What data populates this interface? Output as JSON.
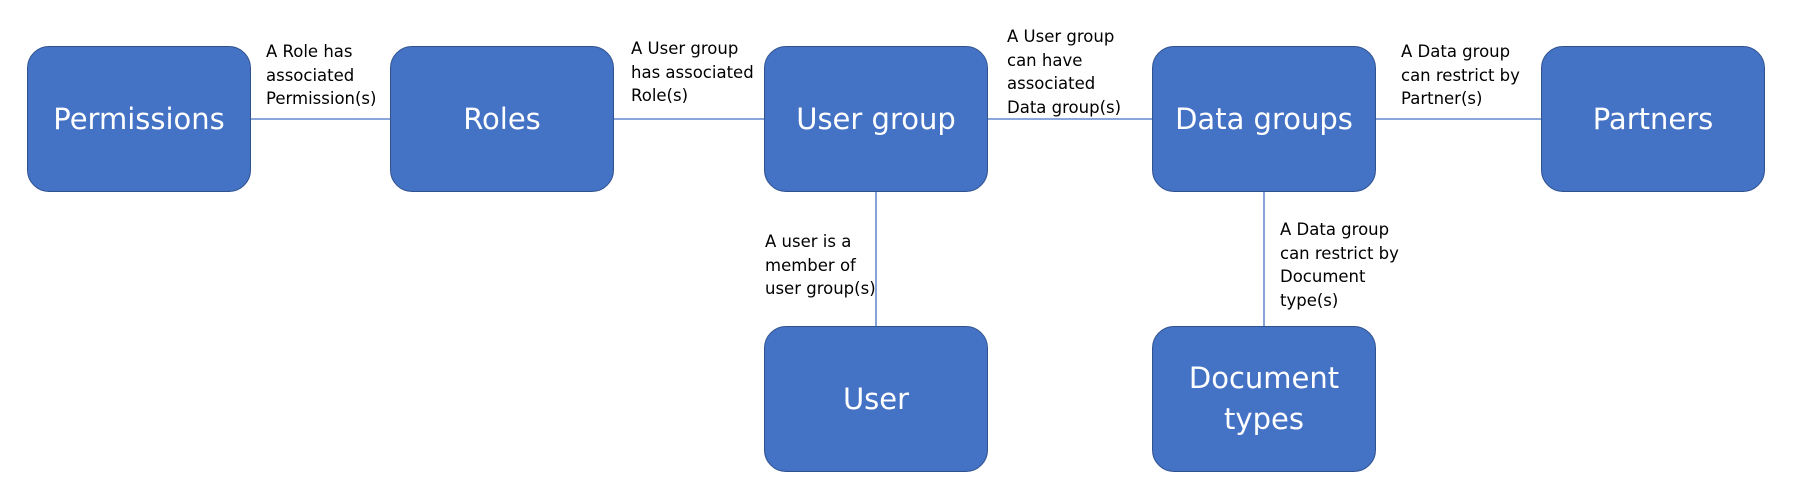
{
  "nodes": {
    "permissions": "Permissions",
    "roles": "Roles",
    "user_group": "User group",
    "data_groups": "Data groups",
    "partners": "Partners",
    "user": "User",
    "document_types": "Document types"
  },
  "edge_labels": {
    "roles_permissions": "A Role has\nassociated\nPermission(s)",
    "user_group_roles": "A User group\nhas associated\nRole(s)",
    "user_group_data_groups": "A User group\ncan have\nassociated\nData group(s)",
    "data_groups_partners": "A Data group\ncan restrict by\nPartner(s)",
    "user_user_group": "A user is a\nmember of\nuser group(s)",
    "data_groups_document_types": "A Data group\ncan restrict by\nDocument\ntype(s)"
  },
  "colors": {
    "node_fill": "#4472c4",
    "node_border": "#2f528f",
    "node_text": "#ffffff",
    "connector": "#4472c4"
  }
}
